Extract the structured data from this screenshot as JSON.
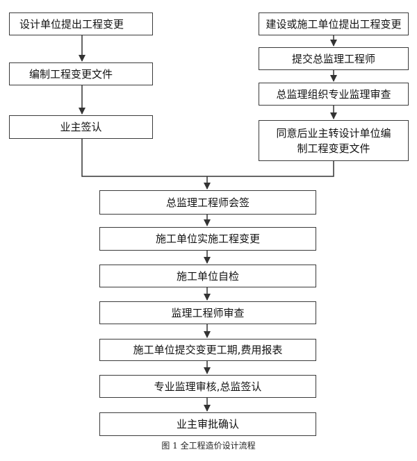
{
  "flow": {
    "left_1": "设计单位提出工程变更",
    "left_2": "编制工程变更文件",
    "left_3": "业主签认",
    "right_1": "建设或施工单位提出工程变更",
    "right_2": "提交总监理工程师",
    "right_3": "总监理组织专业监理审查",
    "right_4_line1": "同意后业主转设计单位编",
    "right_4_line2": "制工程变更文件",
    "main_1": "总监理工程师会签",
    "main_2": "施工单位实施工程变更",
    "main_3": "施工单位自检",
    "main_4": "监理工程师审查",
    "main_5": "施工单位提交变更工期,费用报表",
    "main_6": "专业监理审核,总监签认",
    "main_7": "业主审批确认"
  },
  "caption": "图 1 全工程造价设计流程"
}
